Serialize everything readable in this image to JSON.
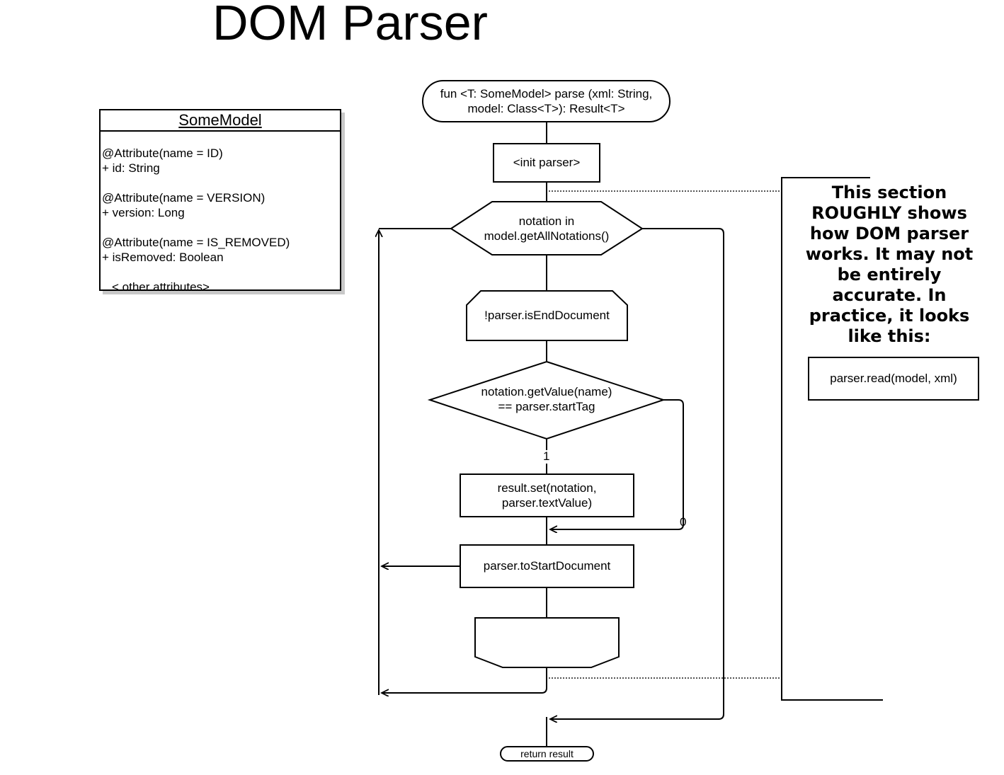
{
  "title": "DOM Parser",
  "uml": {
    "class_name": "SomeModel",
    "members": [
      {
        "annotation": "@Attribute(name = ID)",
        "field": "+ id: String"
      },
      {
        "annotation": "@Attribute(name = VERSION)",
        "field": "+ version: Long"
      },
      {
        "annotation": "@Attribute(name = IS_REMOVED)",
        "field": "+ isRemoved: Boolean"
      }
    ],
    "more": "< other attributes>"
  },
  "flow": {
    "start": {
      "line1": "fun <T: SomeModel> parse (xml: String,",
      "line2": "model: Class<T>): Result<T>"
    },
    "init": "<init parser>",
    "loop_outer": {
      "line1": "notation in",
      "line2": "model.getAllNotations()"
    },
    "loop_inner": "!parser.isEndDocument",
    "decision": {
      "line1": "notation.getValue(name)",
      "line2": "== parser.startTag"
    },
    "branch_yes": "1",
    "branch_no": "0",
    "set_result": {
      "line1": "result.set(notation,",
      "line2": "parser.textValue)"
    },
    "to_start": "parser.toStartDocument",
    "end": "return result"
  },
  "note": {
    "text": "This section ROUGHLY shows how DOM parser works. It may not be entirely accurate. In practice, it looks like this:",
    "code": "parser.read(model, xml)"
  }
}
